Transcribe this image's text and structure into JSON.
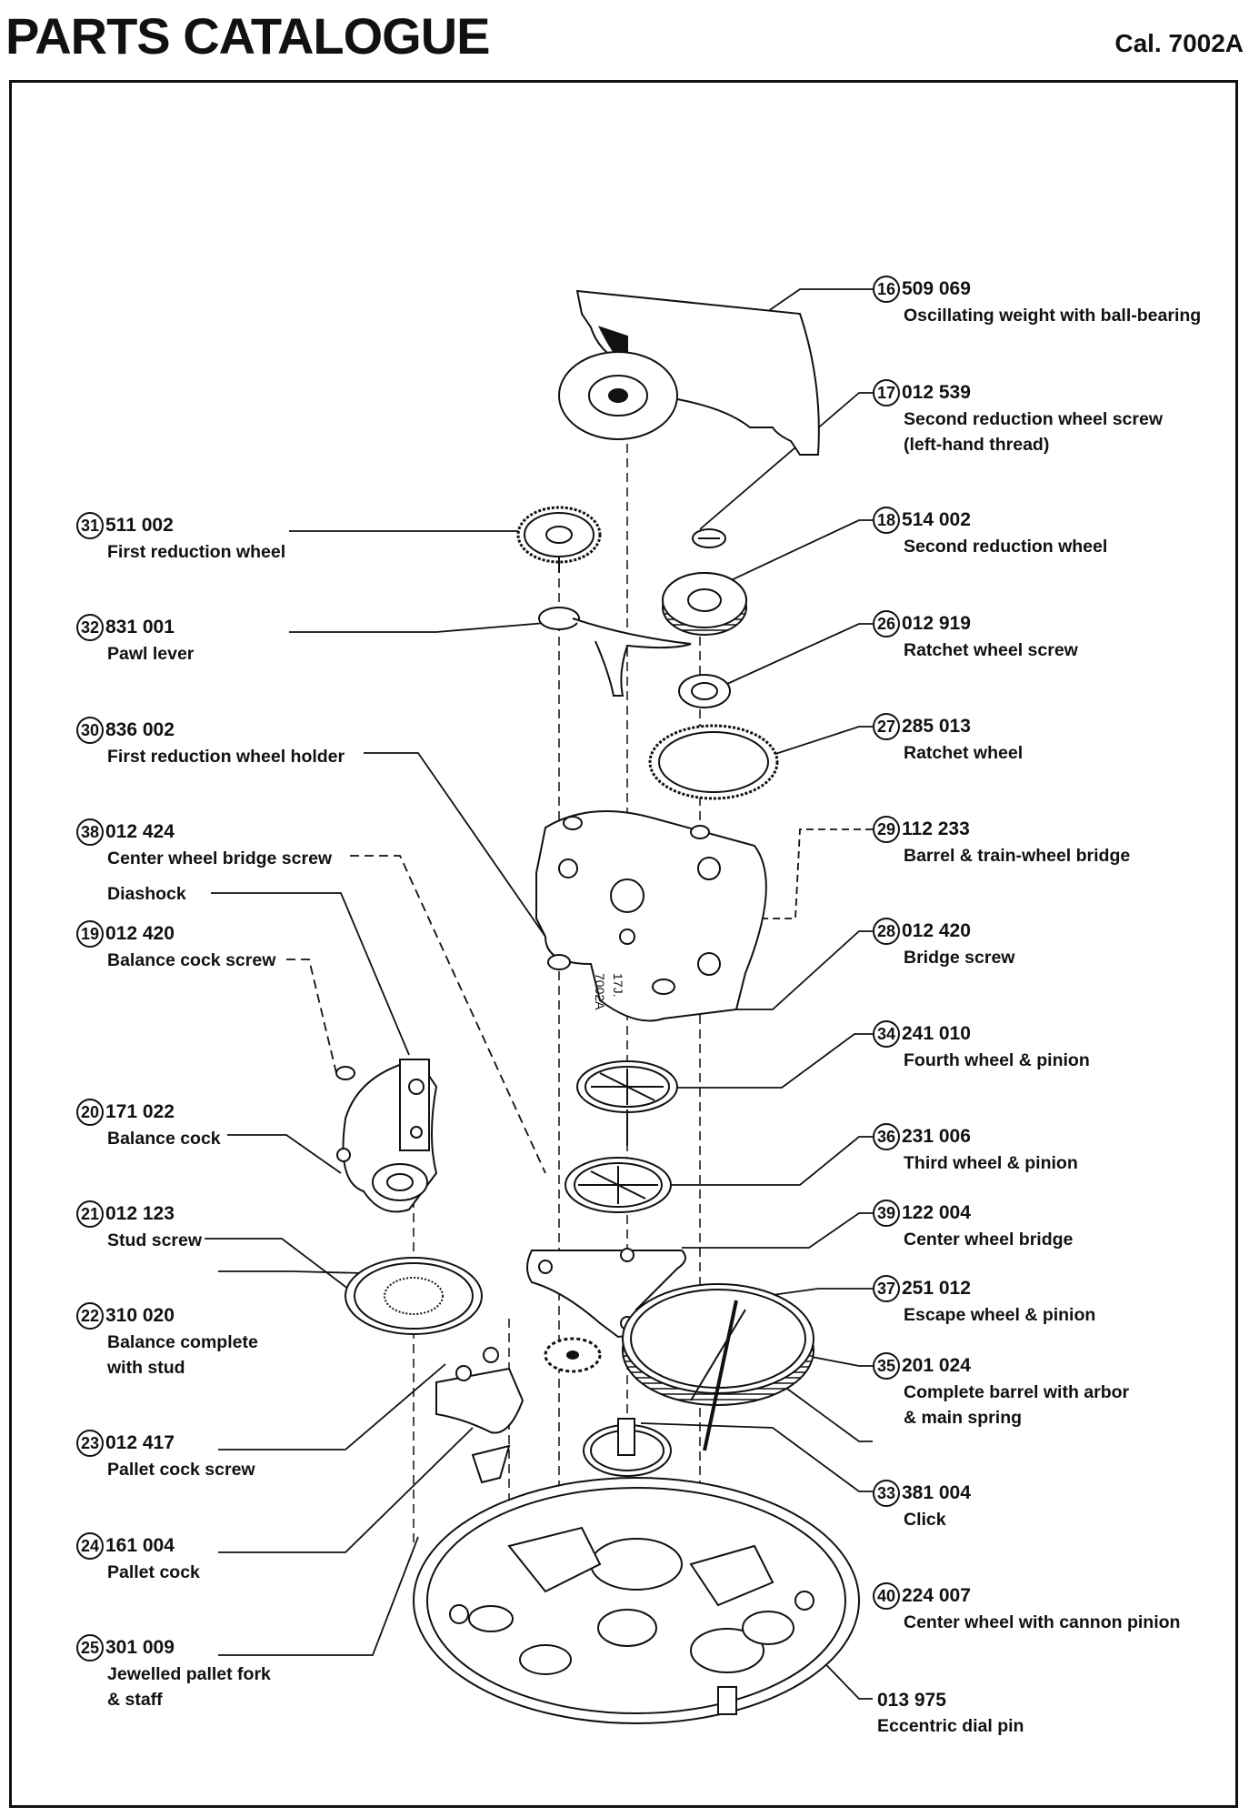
{
  "header": {
    "title": "PARTS CATALOGUE",
    "calibre": "Cal. 7002A"
  },
  "parts": [
    {
      "no": "16",
      "code": "509 069",
      "desc": [
        "Oscillating weight with ball-bearing"
      ]
    },
    {
      "no": "17",
      "code": "012 539",
      "desc": [
        "Second reduction wheel screw",
        "(left-hand thread)"
      ]
    },
    {
      "no": "18",
      "code": "514 002",
      "desc": [
        "Second reduction wheel"
      ]
    },
    {
      "no": "26",
      "code": "012 919",
      "desc": [
        "Ratchet wheel screw"
      ]
    },
    {
      "no": "27",
      "code": "285 013",
      "desc": [
        "Ratchet wheel"
      ]
    },
    {
      "no": "29",
      "code": "112 233",
      "desc": [
        "Barrel & train-wheel bridge"
      ]
    },
    {
      "no": "28",
      "code": "012 420",
      "desc": [
        "Bridge screw"
      ]
    },
    {
      "no": "34",
      "code": "241 010",
      "desc": [
        "Fourth wheel & pinion"
      ]
    },
    {
      "no": "36",
      "code": "231 006",
      "desc": [
        "Third wheel & pinion"
      ]
    },
    {
      "no": "39",
      "code": "122 004",
      "desc": [
        "Center wheel bridge"
      ]
    },
    {
      "no": "37",
      "code": "251 012",
      "desc": [
        "Escape wheel & pinion"
      ]
    },
    {
      "no": "35",
      "code": "201 024",
      "desc": [
        "Complete barrel with arbor",
        "& main spring"
      ]
    },
    {
      "no": "33",
      "code": "381 004",
      "desc": [
        "Click"
      ]
    },
    {
      "no": "40",
      "code": "224 007",
      "desc": [
        "Center wheel with cannon pinion"
      ]
    },
    {
      "no": "",
      "code": "013 975",
      "desc": [
        "Eccentric dial pin"
      ]
    },
    {
      "no": "31",
      "code": "511 002",
      "desc": [
        "First reduction wheel"
      ]
    },
    {
      "no": "32",
      "code": "831 001",
      "desc": [
        "Pawl lever"
      ]
    },
    {
      "no": "30",
      "code": "836 002",
      "desc": [
        "First reduction wheel holder"
      ]
    },
    {
      "no": "38",
      "code": "012 424",
      "desc": [
        "Center wheel bridge screw"
      ]
    },
    {
      "no": "",
      "code": "",
      "desc": [
        "Diashock"
      ]
    },
    {
      "no": "19",
      "code": "012 420",
      "desc": [
        "Balance cock screw"
      ]
    },
    {
      "no": "20",
      "code": "171 022",
      "desc": [
        "Balance cock"
      ]
    },
    {
      "no": "21",
      "code": "012 123",
      "desc": [
        "Stud screw"
      ]
    },
    {
      "no": "22",
      "code": "310 020",
      "desc": [
        "Balance complete",
        "with stud"
      ]
    },
    {
      "no": "23",
      "code": "012 417",
      "desc": [
        "Pallet cock screw"
      ]
    },
    {
      "no": "24",
      "code": "161 004",
      "desc": [
        "Pallet cock"
      ]
    },
    {
      "no": "25",
      "code": "301 009",
      "desc": [
        "Jewelled pallet fork",
        "& staff"
      ]
    }
  ],
  "plate_marking": [
    "7002A",
    "17J."
  ]
}
